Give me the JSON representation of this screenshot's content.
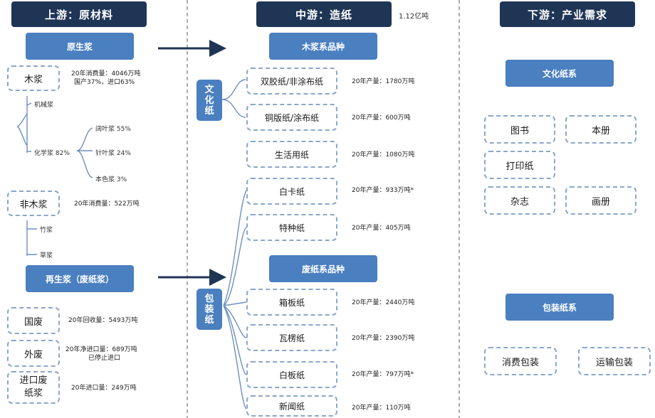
{
  "headers": {
    "upstream": "上游：原材料",
    "midstream": "中游：造纸",
    "downstream": "下游：产业需求",
    "midstream_total": "1.12亿吨"
  },
  "upstream": {
    "virgin_pulp": "原生浆",
    "wood_pulp": "木浆",
    "wood_pulp_note1": "20年消费量：4046万吨",
    "wood_pulp_note2": "国产37%，进口63%",
    "mechanical_pulp": "机械浆",
    "chemical_pulp": "化学浆 82%",
    "hardwood_pulp": "阔叶浆 55%",
    "softwood_pulp": "针叶浆 24%",
    "unbleached_pulp": "本色浆 3%",
    "non_wood_pulp": "非木浆",
    "non_wood_note": "20年消费量：522万吨",
    "bamboo_pulp": "竹浆",
    "straw_pulp": "草浆",
    "recycled_pulp": "再生浆（废纸浆）",
    "domestic_waste": "国废",
    "domestic_waste_note": "20年回收量：5493万吨",
    "foreign_waste": "外废",
    "foreign_waste_note1": "20年净进口量：689万吨",
    "foreign_waste_note2": "已停止进口",
    "imported_waste_pulp": "进口废纸浆",
    "imported_waste_pulp_note": "20年进口量：249万吨"
  },
  "midstream": {
    "wood_series": "木浆系品种",
    "cultural_paper_label": "文化纸",
    "packaging_paper_label": "包装纸",
    "offset_paper": "双胶纸/非涂布纸",
    "offset_paper_note": "20年产量：1780万吨",
    "coated_paper": "铜版纸/涂布纸",
    "coated_paper_note": "20年产量：600万吨",
    "tissue_paper": "生活用纸",
    "tissue_paper_note": "20年产量：1080万吨",
    "ivory_board": "白卡纸",
    "ivory_board_note": "20年产量：933万吨*",
    "specialty_paper": "特种纸",
    "specialty_paper_note": "20年产量：405万吨",
    "waste_series": "废纸系品种",
    "containerboard": "箱板纸",
    "containerboard_note": "20年产量：2440万吨",
    "corrugated_paper": "瓦楞纸",
    "corrugated_paper_note": "20年产量：2390万吨",
    "white_board": "白板纸",
    "white_board_note": "20年产量：797万吨*",
    "newsprint": "新闻纸",
    "newsprint_note": "20年产量：110万吨"
  },
  "downstream": {
    "cultural_paper": "文化纸系",
    "books": "图书",
    "notebooks": "本册",
    "printing_paper": "打印纸",
    "magazines": "杂志",
    "picture_albums": "画册",
    "packaging_paper": "包装纸系",
    "consumer_packaging": "消费包装",
    "transport_packaging": "运输包装"
  },
  "colors": {
    "header_bg": "#1f3555",
    "box_blue": "#4a7fc0",
    "dashed_border": "#8aa7cf",
    "arrow": "#1f3555",
    "connector": "#6f8fbf"
  }
}
